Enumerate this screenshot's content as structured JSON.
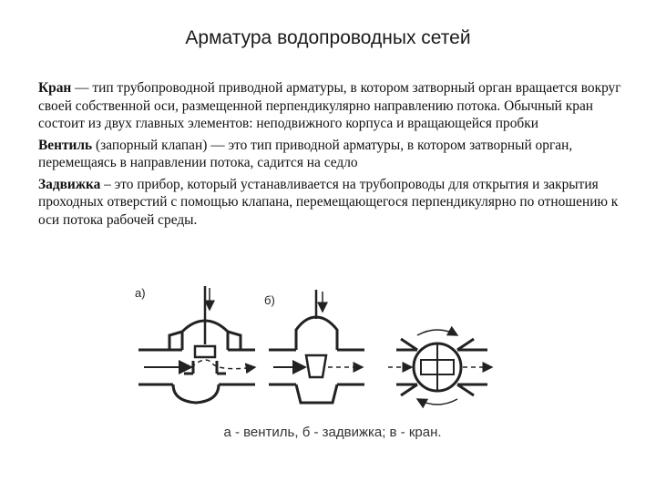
{
  "title": "Арматура водопроводных сетей",
  "paragraphs": [
    {
      "term": "Кран",
      "text": " — тип  трубопроводной приводной арматуры, в котором затворный орган вращается вокруг своей собственной оси, размещенной перпендикулярно направлению потока. Обычный кран состоит из двух главных элементов: неподвижного корпуса и вращающейся  пробки"
    },
    {
      "term": "Вентиль",
      "text": " (запорный клапан) — это тип приводной арматуры, в котором затворный орган, перемещаясь в направлении потока, садится на седло"
    },
    {
      "term": "Задвижка",
      "text": " – это прибор, который устанавливается на трубопроводы для открытия и закрытия проходных отверстий с помощью клапана, перемещающегося перпендикулярно по отношению к оси потока рабочей среды."
    }
  ],
  "figure": {
    "label_a": "а)",
    "label_b": "б)",
    "caption": "а - вентиль, б - задвижка; в - кран."
  }
}
